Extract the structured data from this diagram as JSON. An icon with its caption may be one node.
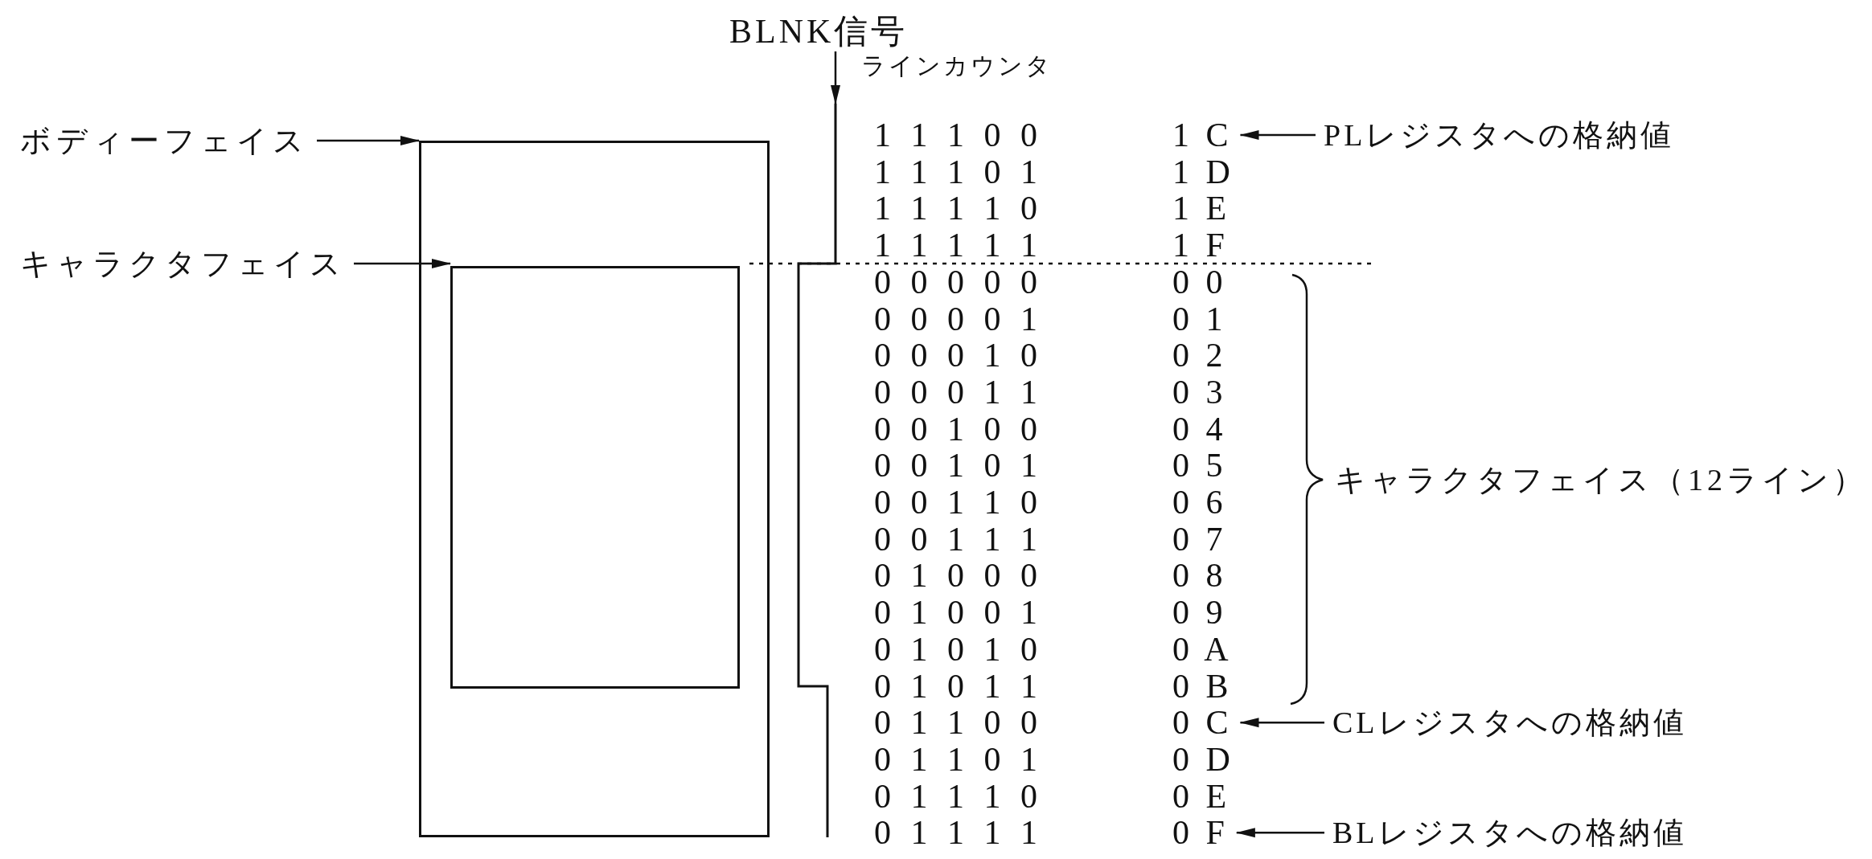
{
  "diagram": {
    "nodes": [
      {
        "text": [
          "ボディーフェイス"
        ]
      },
      {
        "text": [],
        "shape": "box"
      },
      {
        "text": [
          "キャラクタフェイス"
        ]
      },
      {
        "text": [],
        "shape": "box",
        "in": 1
      },
      {
        "text": [
          "BLNK信号"
        ]
      },
      {
        "text": [],
        "shape": "line"
      },
      {
        "text": [
          "PLレジスタへの格納値"
        ]
      },
      {
        "text": [
          "1 C"
        ]
      },
      {
        "text": [
          "CLレジスタへの格納値"
        ]
      },
      {
        "text": [
          "0 C"
        ]
      },
      {
        "text": [
          "BLレジスタへの格納値"
        ]
      },
      {
        "text": [
          "0 F"
        ]
      }
    ],
    "edges": [
      {
        "from": 0,
        "to": 1,
        "arrow": "to"
      },
      {
        "from": 2,
        "to": 3,
        "arrow": "to"
      },
      {
        "from": 4,
        "to": 5,
        "arrow": "to"
      },
      {
        "from": 6,
        "to": 7,
        "arrow": "to"
      },
      {
        "from": 8,
        "to": 9,
        "arrow": "to"
      },
      {
        "from": 10,
        "to": 11,
        "arrow": "to"
      }
    ],
    "labels": [
      "ラインカウンタ",
      "1 1 1 0 0",
      "1 1 1 0 1",
      "1 D",
      "1 1 1 1 0",
      "1 E",
      "1 1 1 1 1",
      "1 F",
      "0 0 0 0 0",
      "0 0",
      "0 0 0 0 1",
      "0 1",
      "0 0 0 1 0",
      "0 2",
      "0 0 0 1 1",
      "0 3",
      "0 0 1 0 0",
      "0 4",
      "0 0 1 0 1",
      "0 5",
      "キャラクタフェイス（12ライン）",
      "0 0 1 1 0",
      "0 6",
      "0 0 1 1 1",
      "0 7",
      "0 1 0 0 0",
      "0 8",
      "0 1 0 0 1",
      "0 9",
      "0 1 0 1 0",
      "0 A",
      "0 1 0 1 1",
      "0 B",
      "0 1 1 0 0",
      "0 1 1 0 1",
      "0 D",
      "0 1 1 1 0",
      "0 E",
      "0 1 1 1 1"
    ]
  }
}
